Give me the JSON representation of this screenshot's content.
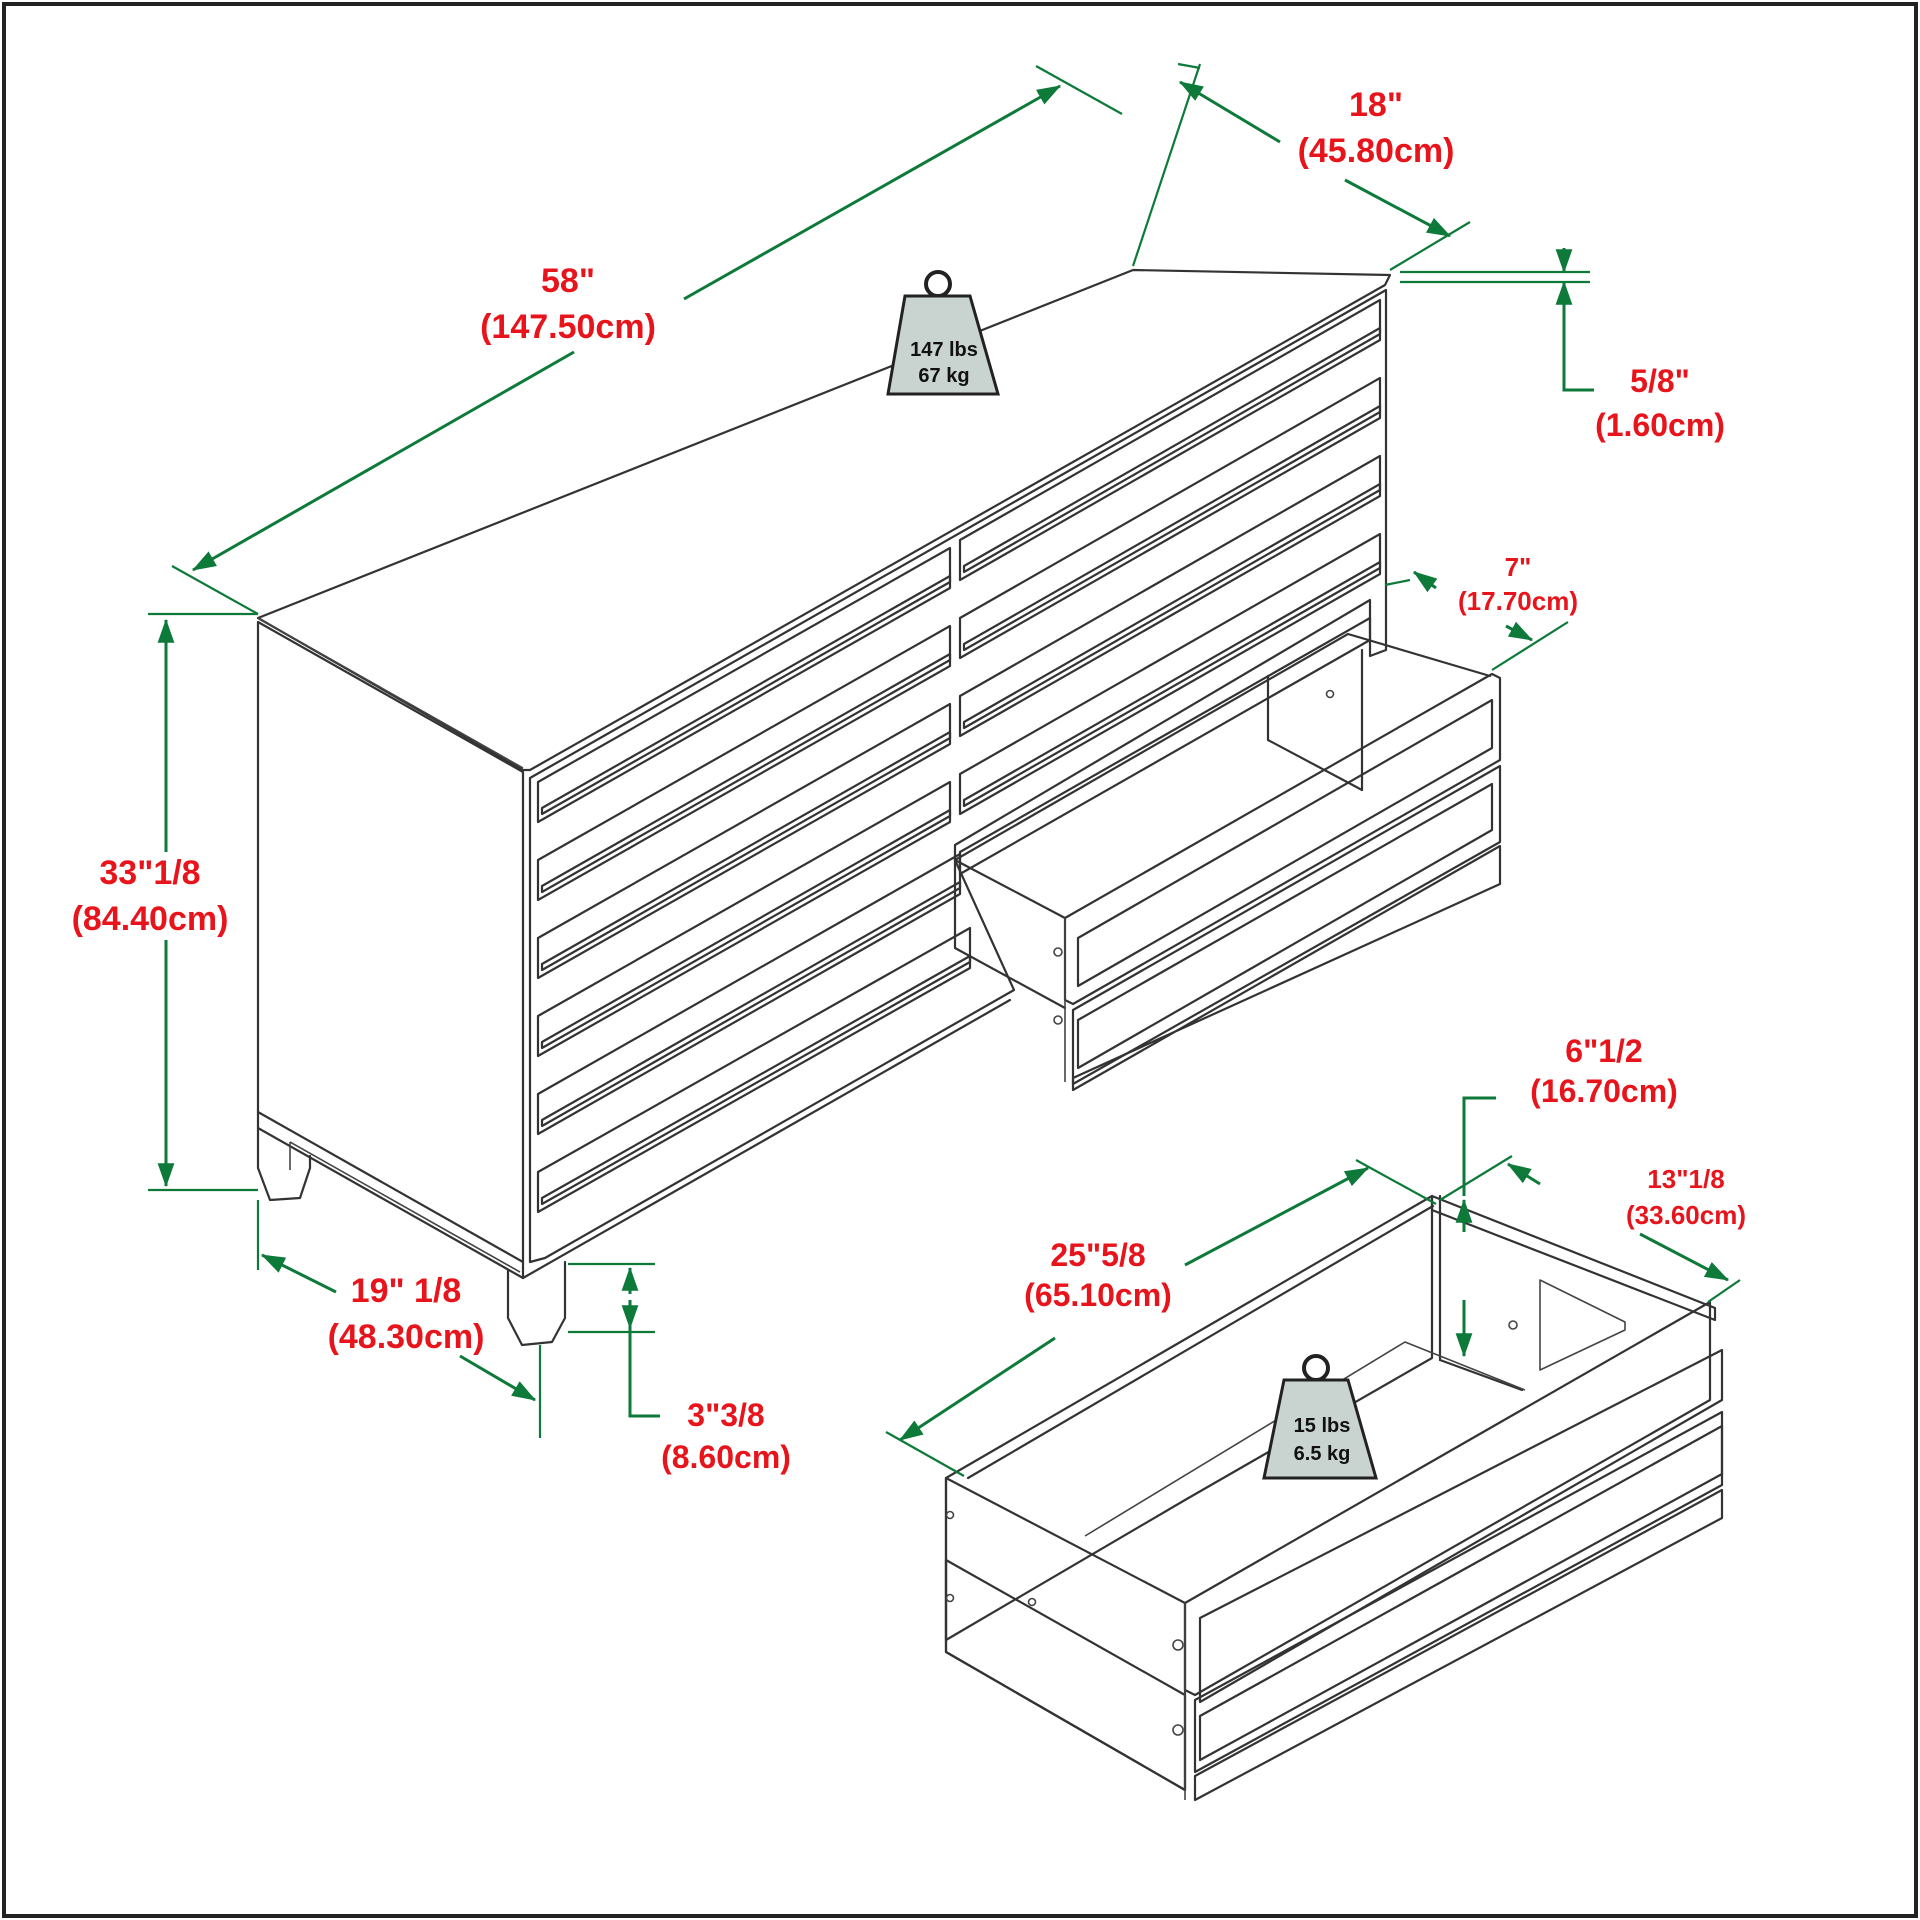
{
  "dresser": {
    "width": {
      "in": "58\"",
      "cm": "(147.50cm)"
    },
    "depth": {
      "in": "18\"",
      "cm": "(45.80cm)"
    },
    "height": {
      "in": "33\"1/8",
      "cm": "(84.40cm)"
    },
    "top_thickness": {
      "in": "5/8\"",
      "cm": "(1.60cm)"
    },
    "drawer_height": {
      "in": "7\"",
      "cm": "(17.70cm)"
    },
    "side_depth": {
      "in": "19\" 1/8",
      "cm": "(48.30cm)"
    },
    "leg_height": {
      "in": "3\"3/8",
      "cm": "(8.60cm)"
    },
    "weight": {
      "lbs": "147 lbs",
      "kg": "67 kg"
    }
  },
  "drawer": {
    "width": {
      "in": "25\"5/8",
      "cm": "(65.10cm)"
    },
    "depth": {
      "in": "13\"1/8",
      "cm": "(33.60cm)"
    },
    "height": {
      "in": "6\"1/2",
      "cm": "(16.70cm)"
    },
    "weight": {
      "lbs": "15 lbs",
      "kg": "6.5 kg"
    }
  }
}
